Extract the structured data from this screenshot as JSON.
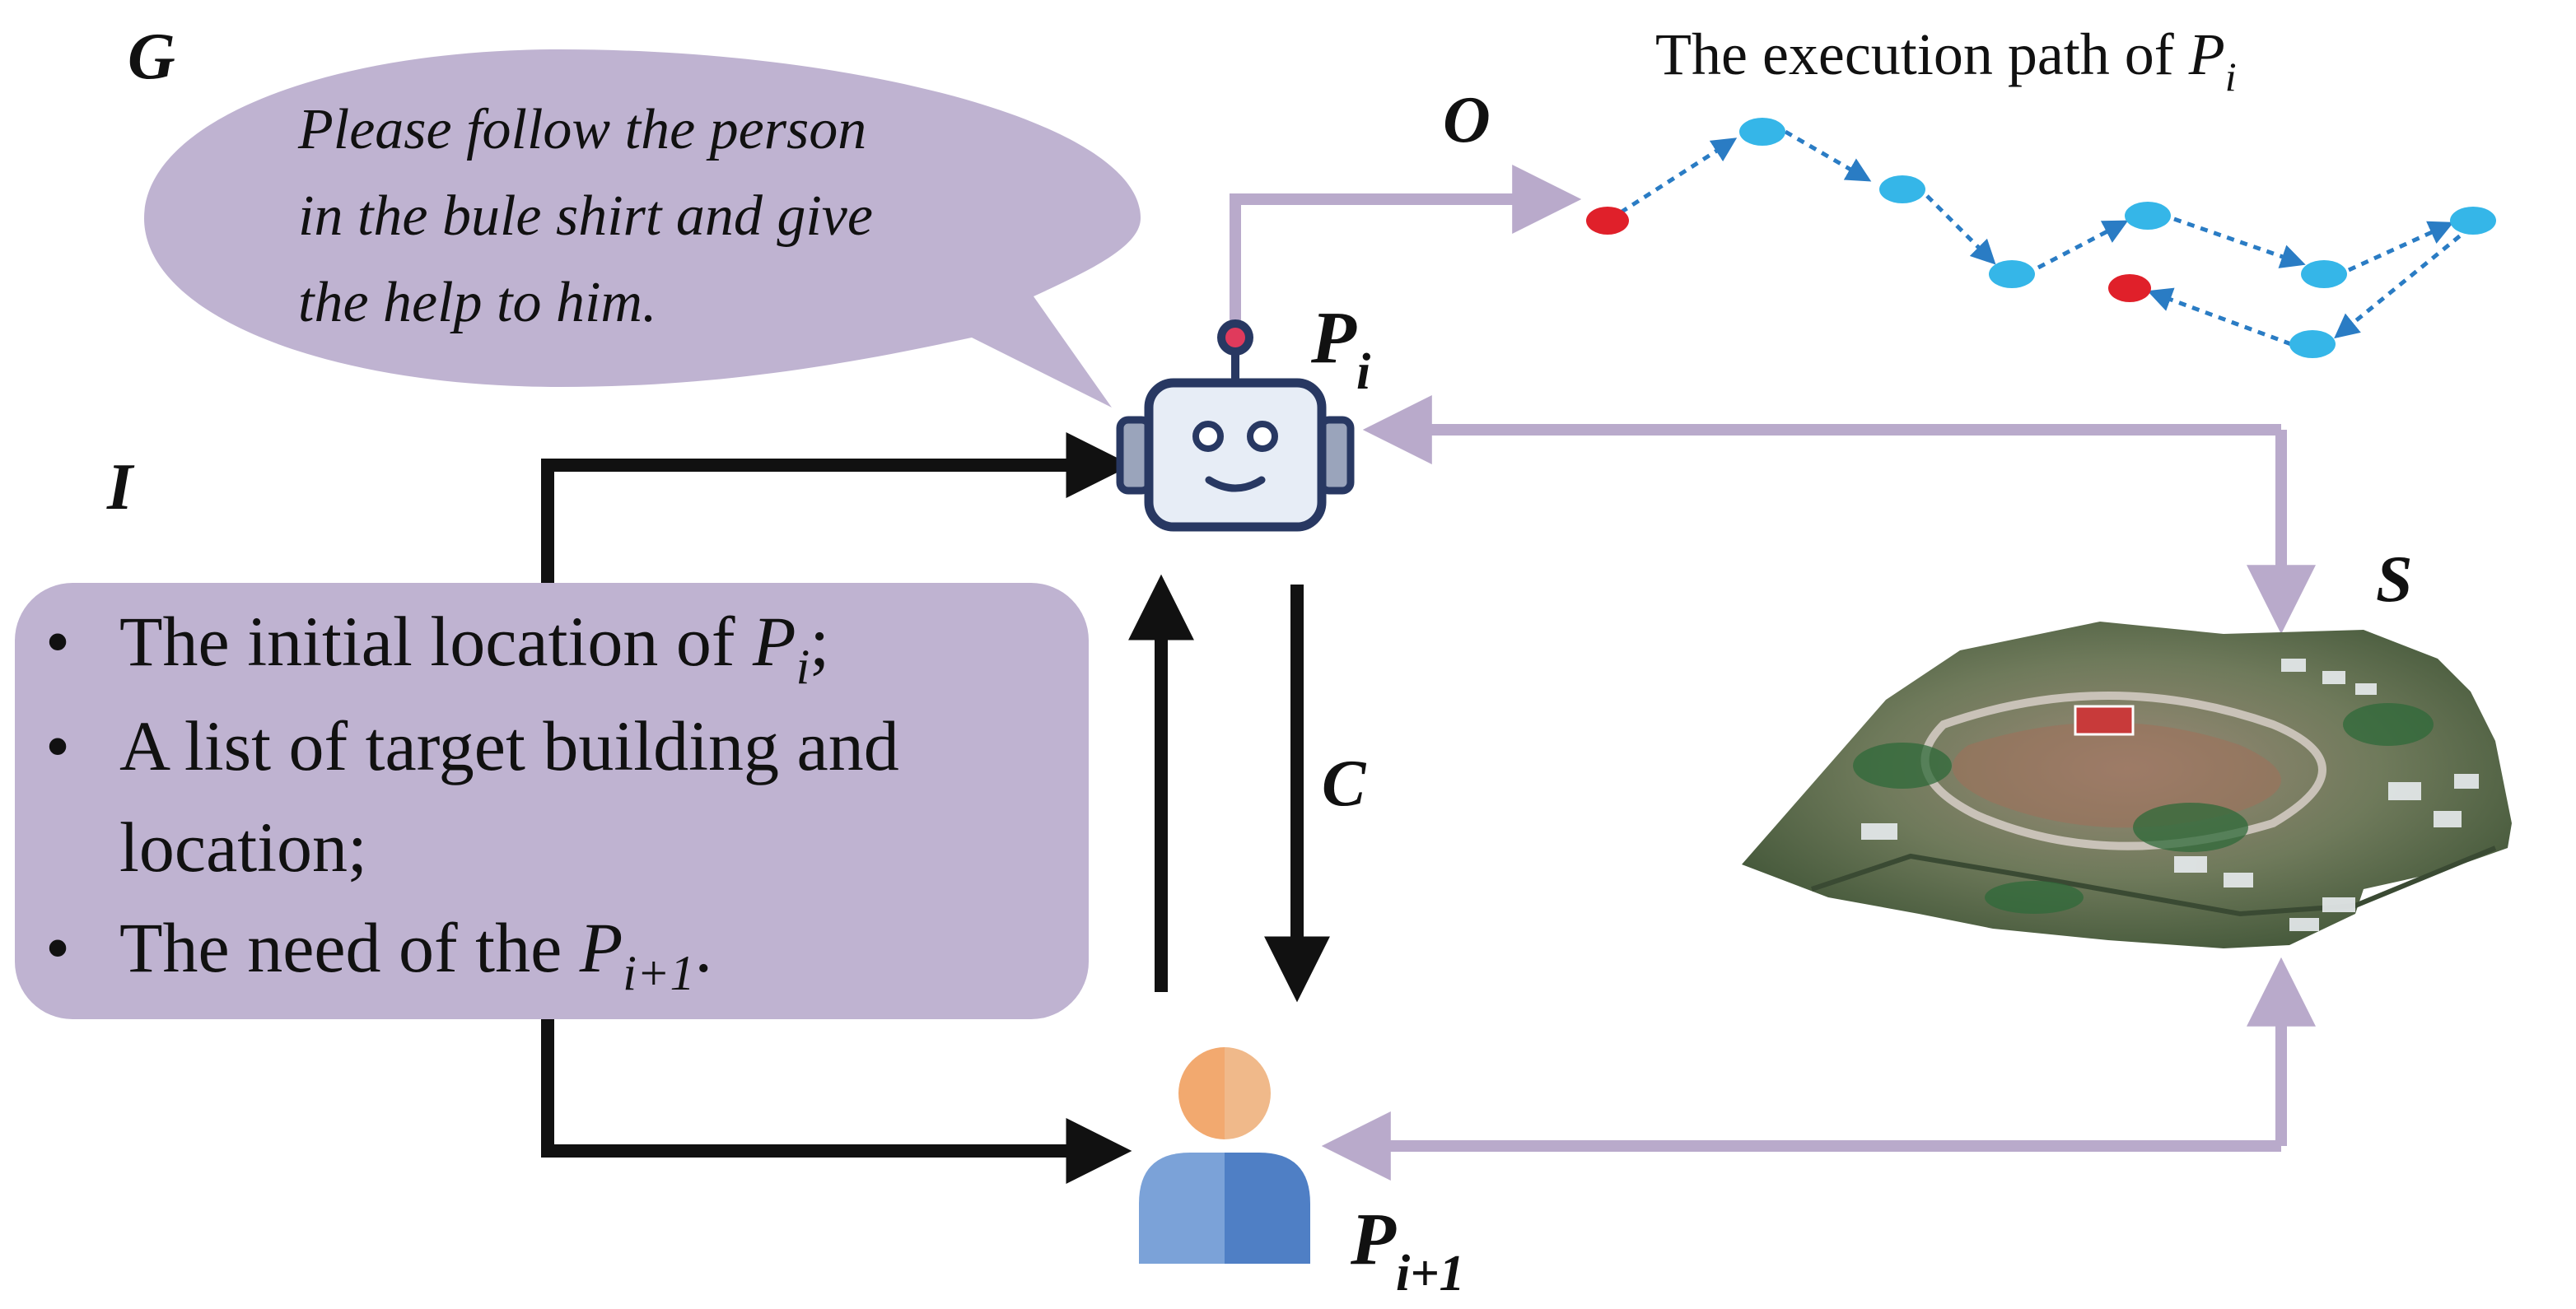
{
  "labels": {
    "G": "G",
    "O": "O",
    "I": "I",
    "C": "C",
    "S": "S",
    "P": "P",
    "robot_sub": "i",
    "human_sub": "i+1"
  },
  "speech_bubble": {
    "lines": [
      "Please follow the person",
      "in the bule shirt and give",
      "the help to him."
    ]
  },
  "execution_path": {
    "title_prefix": "The execution path of ",
    "title_var": "P",
    "title_sub": "i"
  },
  "info_box": {
    "bullet": "•",
    "item1_prefix": "The initial location of ",
    "item1_var": "P",
    "item1_sub": "i",
    "item1_suffix": ";",
    "item2_line1": "A list of target building and",
    "item2_line2": "location;",
    "item3_prefix": "The need of the ",
    "item3_var": "P",
    "item3_sub": "i+1",
    "item3_suffix": "."
  },
  "icons": {
    "robot": "robot-icon",
    "person": "person-icon",
    "map": "city-map-3d-image"
  },
  "colors": {
    "bubble": "#bfb3d1",
    "lavender_arrow": "#b9aacb",
    "black_arrow": "#111111",
    "path_node": "#35b6e8",
    "path_start_end": "#e0202a",
    "path_line": "#2a7cc4",
    "robot_outline": "#283862",
    "robot_face": "#e7edf6",
    "person_head": "#f2a96f",
    "person_body": "#4f7fc5"
  }
}
